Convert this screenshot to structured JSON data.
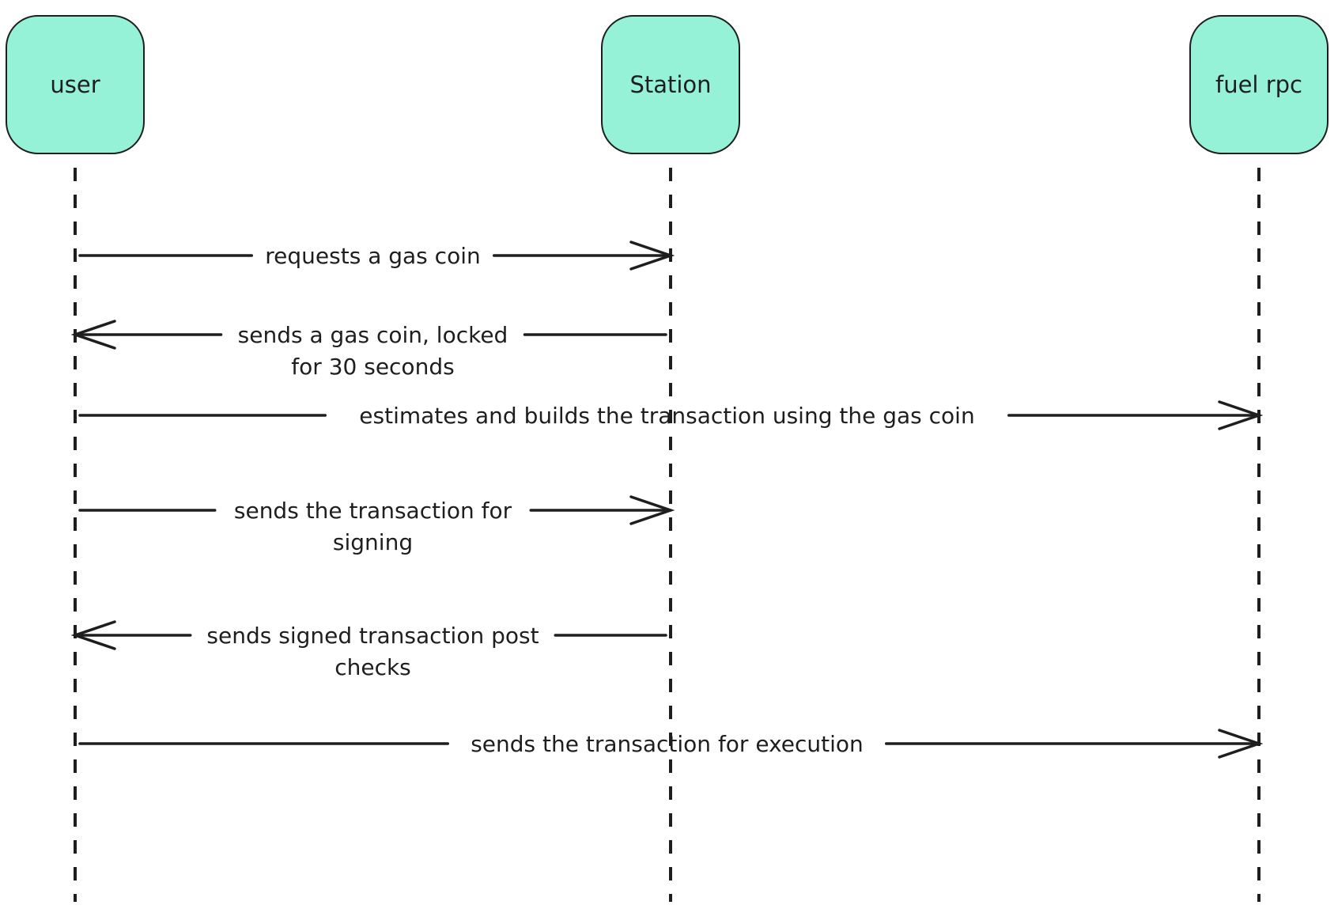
{
  "colors": {
    "actor_fill": "#96f2d7",
    "stroke": "#1e1e1e",
    "background": "#ffffff"
  },
  "actors": [
    {
      "id": "user",
      "label": "user"
    },
    {
      "id": "station",
      "label": "Station"
    },
    {
      "id": "fuel",
      "label": "fuel rpc"
    }
  ],
  "messages": [
    {
      "from": "user",
      "to": "station",
      "lines": [
        "requests a gas coin"
      ]
    },
    {
      "from": "station",
      "to": "user",
      "lines": [
        "sends a gas coin, locked",
        "for 30 seconds"
      ]
    },
    {
      "from": "user",
      "to": "fuel",
      "lines": [
        "estimates and builds the transaction using the gas coin"
      ]
    },
    {
      "from": "user",
      "to": "station",
      "lines": [
        "sends the transaction for",
        "signing"
      ]
    },
    {
      "from": "station",
      "to": "user",
      "lines": [
        "sends signed transaction post",
        "checks"
      ]
    },
    {
      "from": "user",
      "to": "fuel",
      "lines": [
        "sends the transaction for execution"
      ]
    }
  ]
}
